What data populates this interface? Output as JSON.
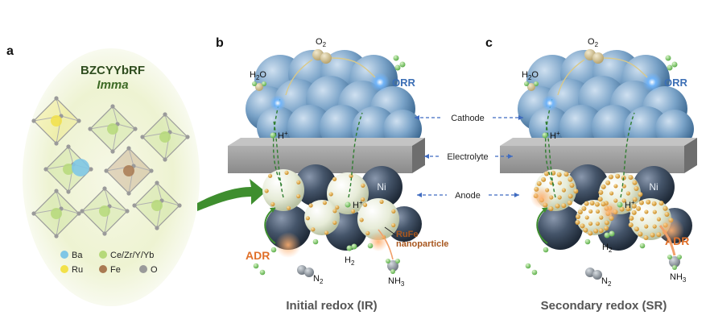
{
  "panels": {
    "a": {
      "letter": "a",
      "title": "BZCYYbRF",
      "space_group": "Imma",
      "legend": [
        {
          "label": "Ba",
          "color": "#7fc6e6"
        },
        {
          "label": "Ce/Zr/Y/Yb",
          "color": "#b6d97a"
        },
        {
          "label": "Ru",
          "color": "#f2e14a"
        },
        {
          "label": "Fe",
          "color": "#a97a52"
        },
        {
          "label": "O",
          "color": "#9a9a9a"
        }
      ]
    },
    "b": {
      "letter": "b",
      "caption": "Initial redox (IR)"
    },
    "c": {
      "letter": "c",
      "caption": "Secondary redox (SR)"
    }
  },
  "center_labels": {
    "cathode": "Cathode",
    "electrolyte": "Electrolyte",
    "anode": "Anode"
  },
  "molecules": {
    "o2": "O",
    "o2_sub": "2",
    "h2o_pre": "H",
    "h2o_sub": "2",
    "h2o_post": "O",
    "orr": "ORR",
    "h_plus": "H",
    "h_plus_sup": "+",
    "ni": "Ni",
    "adr": "ADR",
    "h2": "H",
    "h2_sub": "2",
    "n2": "N",
    "n2_sub": "2",
    "nh3": "NH",
    "nh3_sub": "3",
    "rufe_line1": "RuFe",
    "rufe_line2": "nanoparticle"
  },
  "colors": {
    "cathode_sphere": "#7aa3c8",
    "electrolyte": "#8e8e8e",
    "anode_dark": "#3d4a5a",
    "anode_light": "#e6ebd6",
    "nanoparticle": "#d48a2a",
    "adr_text": "#e0702a",
    "orr_text": "#3c6fb5",
    "arrow_green": "#3e8e2e",
    "dashed_blue": "#3f6bc0"
  }
}
